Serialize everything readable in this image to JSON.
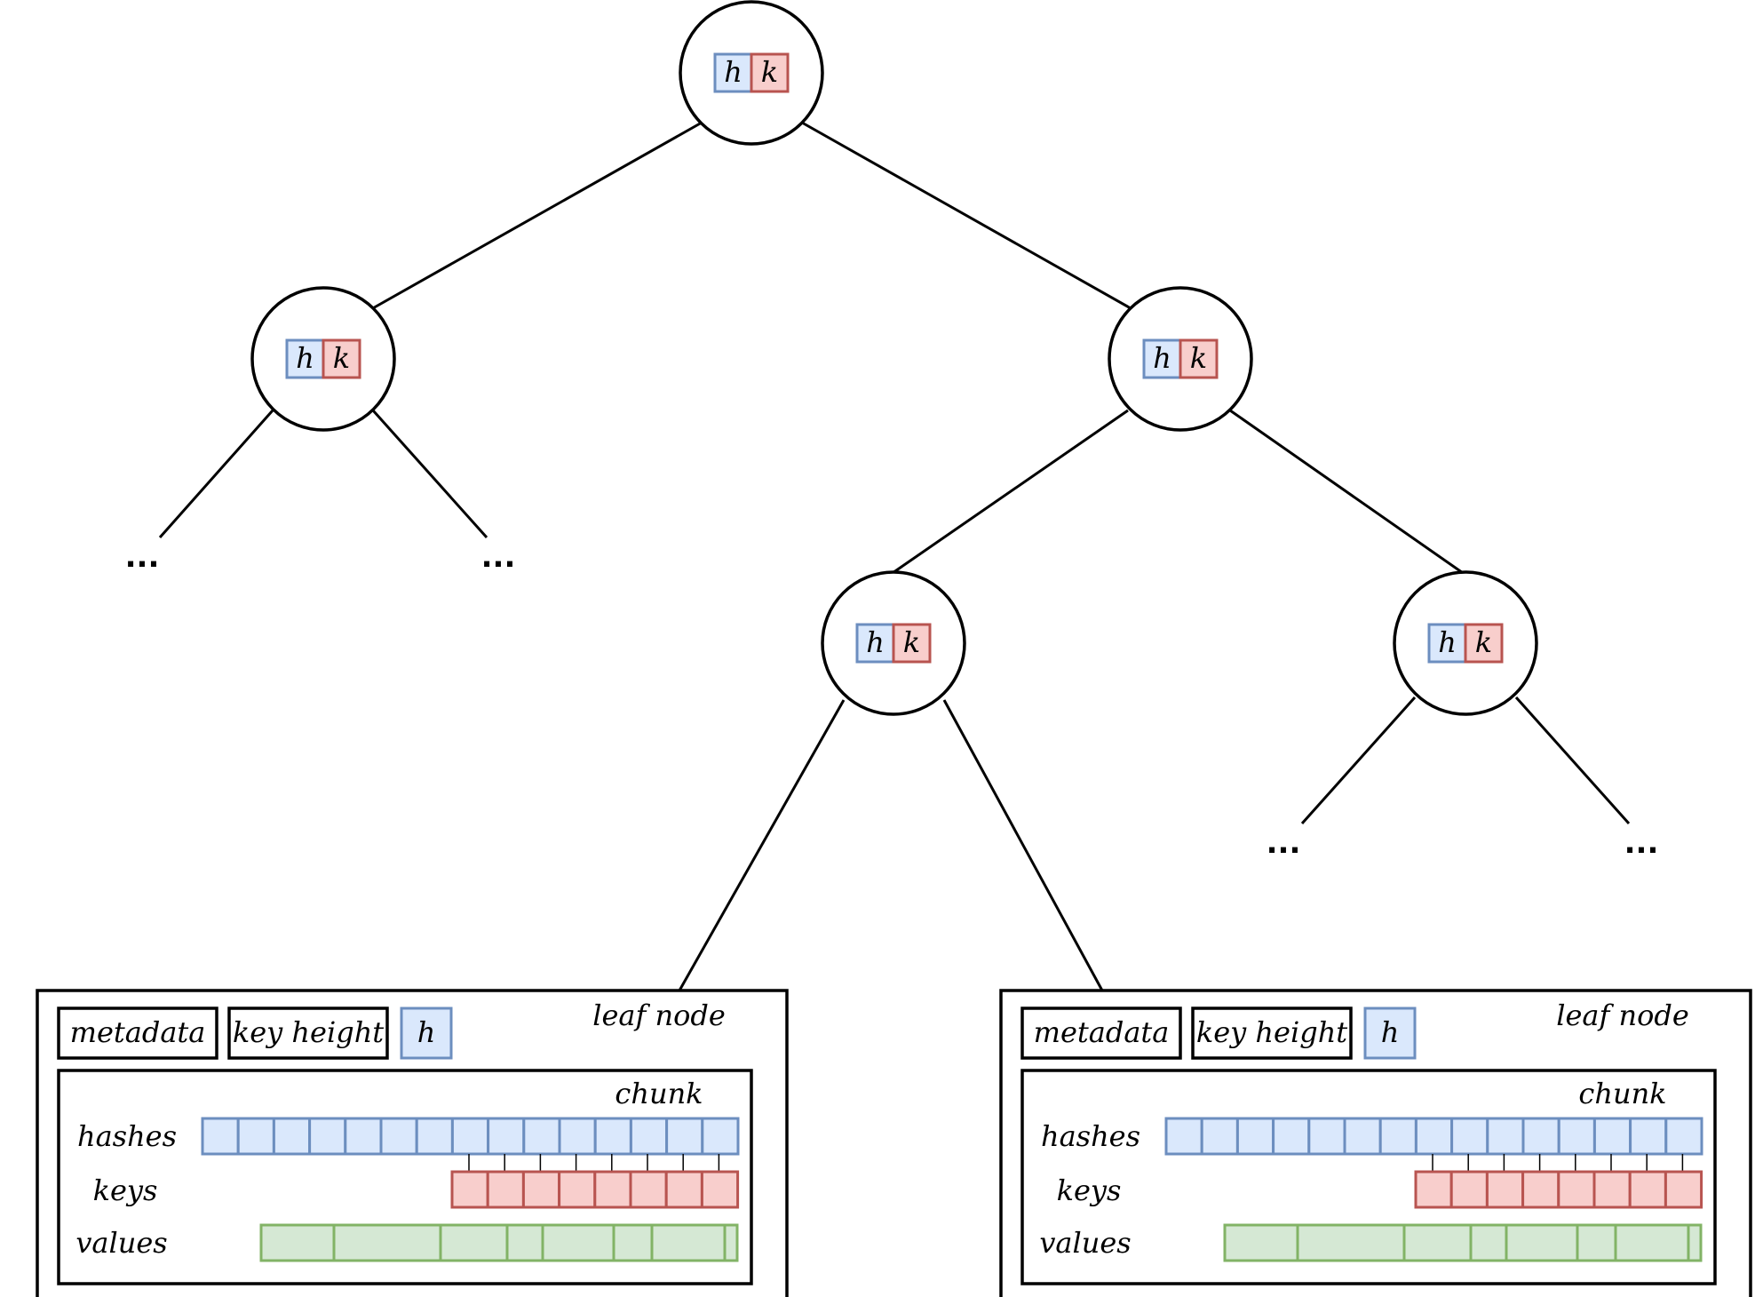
{
  "tree": {
    "node_labels": {
      "hash": "h",
      "key": "k"
    },
    "continuation": "..."
  },
  "leaf": {
    "title": "leaf node",
    "metadata": "metadata",
    "key_height": "key height",
    "hash": "h",
    "chunk_title": "chunk",
    "rows": {
      "hashes": "hashes",
      "keys": "keys",
      "values": "values"
    }
  },
  "colors": {
    "hash_fill": "#dae8fc",
    "hash_stroke": "#6c8ebf",
    "key_fill": "#f8cecc",
    "key_stroke": "#b85450",
    "value_fill": "#d5e8d4",
    "value_stroke": "#82b366"
  }
}
